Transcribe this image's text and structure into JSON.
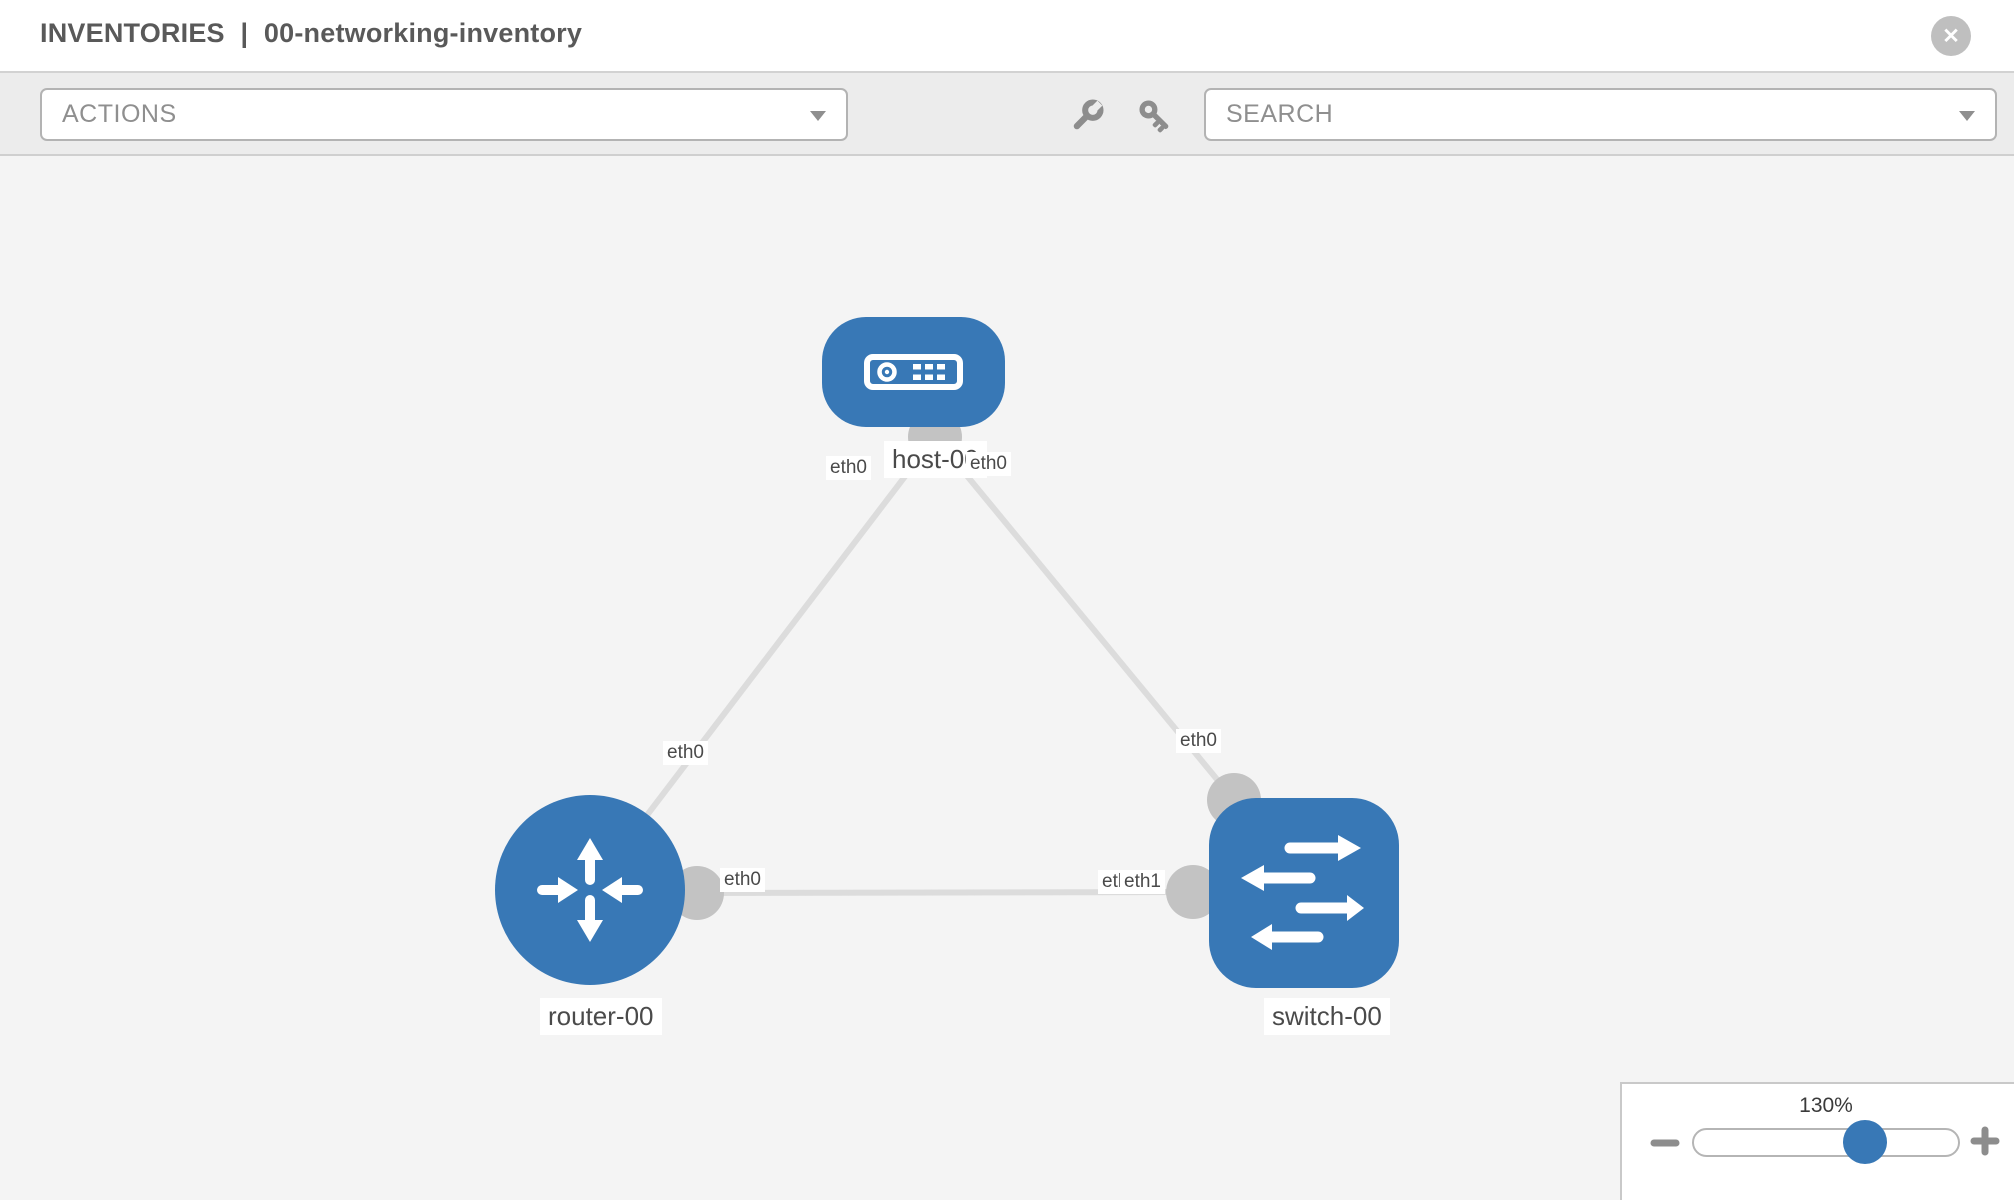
{
  "header": {
    "section": "INVENTORIES",
    "separator": "|",
    "inventory_name": "00-networking-inventory",
    "close_icon": "✕"
  },
  "toolbar": {
    "actions_label": "ACTIONS",
    "search_label": "SEARCH",
    "icons": [
      "wrench-icon",
      "key-icon"
    ]
  },
  "diagram": {
    "nodes": [
      {
        "id": "host-00",
        "type": "host",
        "label": "host-00"
      },
      {
        "id": "router-00",
        "type": "router",
        "label": "router-00"
      },
      {
        "id": "switch-00",
        "type": "switch",
        "label": "switch-00"
      }
    ],
    "links": [
      {
        "from": "host-00",
        "to": "router-00",
        "from_interface": "eth0",
        "to_interface": "eth0"
      },
      {
        "from": "host-00",
        "to": "switch-00",
        "from_interface": "eth0",
        "to_interface": "eth0"
      },
      {
        "from": "router-00",
        "to": "switch-00",
        "from_interface": "eth0",
        "to_interface": "eth1",
        "to_interface_overlapped": "eth0"
      }
    ]
  },
  "zoom_control": {
    "value": "130%"
  },
  "colors": {
    "node_blue": "#3878b6",
    "link_gray": "#dcdcdc",
    "connector_gray": "#c3c3c3",
    "toolbar_bg": "#ececec",
    "canvas_bg": "#f4f4f4"
  }
}
